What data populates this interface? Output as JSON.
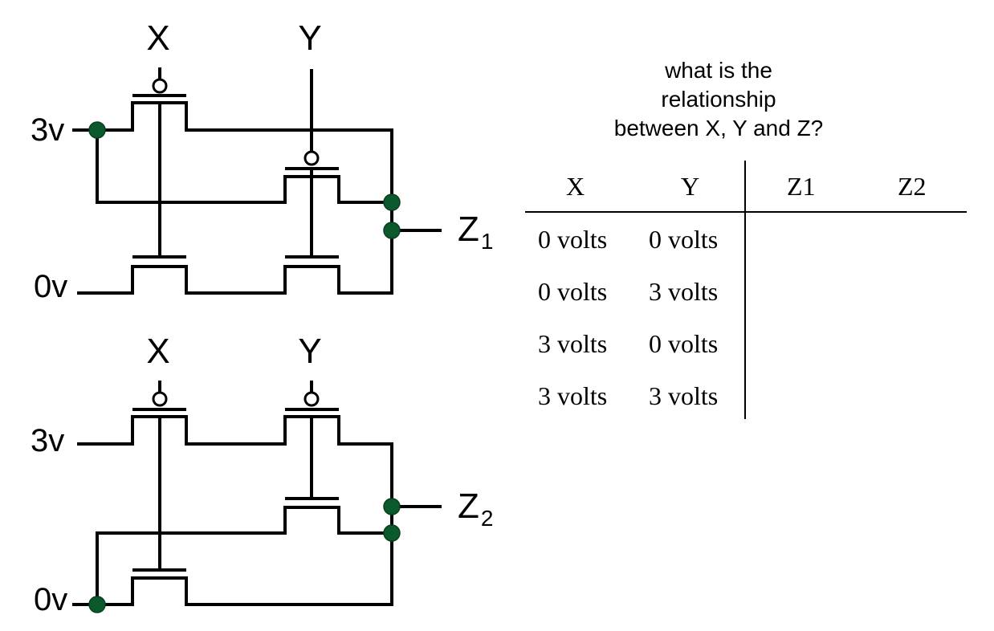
{
  "circuit_1": {
    "input_x": "X",
    "input_y": "Y",
    "supply_label": "3v",
    "ground_label": "0v",
    "output_label": "Z",
    "output_subscript": "1"
  },
  "circuit_2": {
    "input_x": "X",
    "input_y": "Y",
    "supply_label": "3v",
    "ground_label": "0v",
    "output_label": "Z",
    "output_subscript": "2"
  },
  "question": {
    "line1": "what is the",
    "line2": "relationship",
    "line3": "between X, Y and Z?"
  },
  "truth_table": {
    "headers": [
      "X",
      "Y",
      "Z1",
      "Z2"
    ],
    "rows": [
      [
        "0 volts",
        "0 volts",
        "",
        ""
      ],
      [
        "0 volts",
        "3 volts",
        "",
        ""
      ],
      [
        "3 volts",
        "0 volts",
        "",
        ""
      ],
      [
        "3 volts",
        "3 volts",
        "",
        ""
      ]
    ]
  },
  "colors": {
    "node": "#0b5a2e",
    "wire": "#000000"
  }
}
